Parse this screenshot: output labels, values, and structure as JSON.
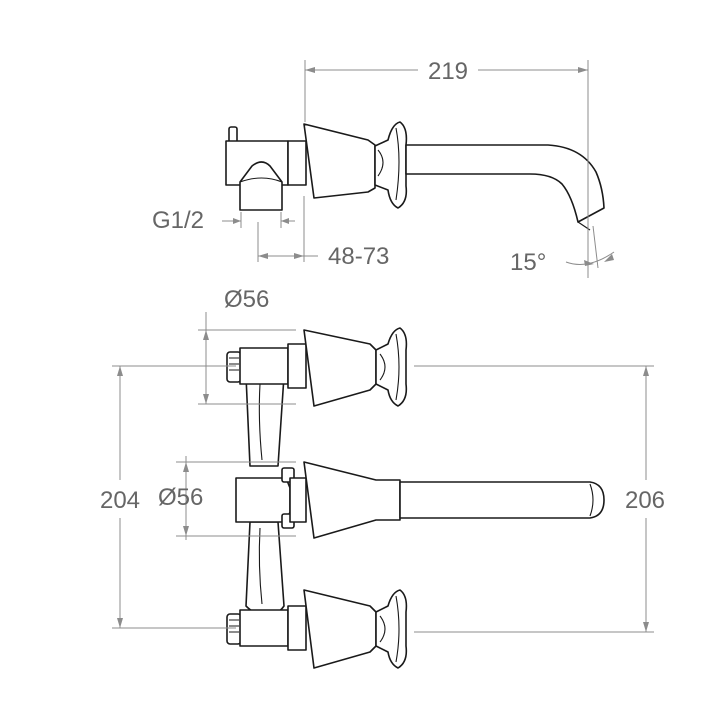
{
  "dimensions": {
    "spout_projection": "219",
    "thread": "G1/2",
    "adjust_range": "48-73",
    "spout_angle": "15°",
    "rosette_top": "Ø56",
    "rosette_mid": "Ø56",
    "spacing_left": "204",
    "spacing_right": "206"
  },
  "colors": {
    "outline": "#1a1a1a",
    "dimension": "#8c8c8c",
    "text": "#666666"
  }
}
